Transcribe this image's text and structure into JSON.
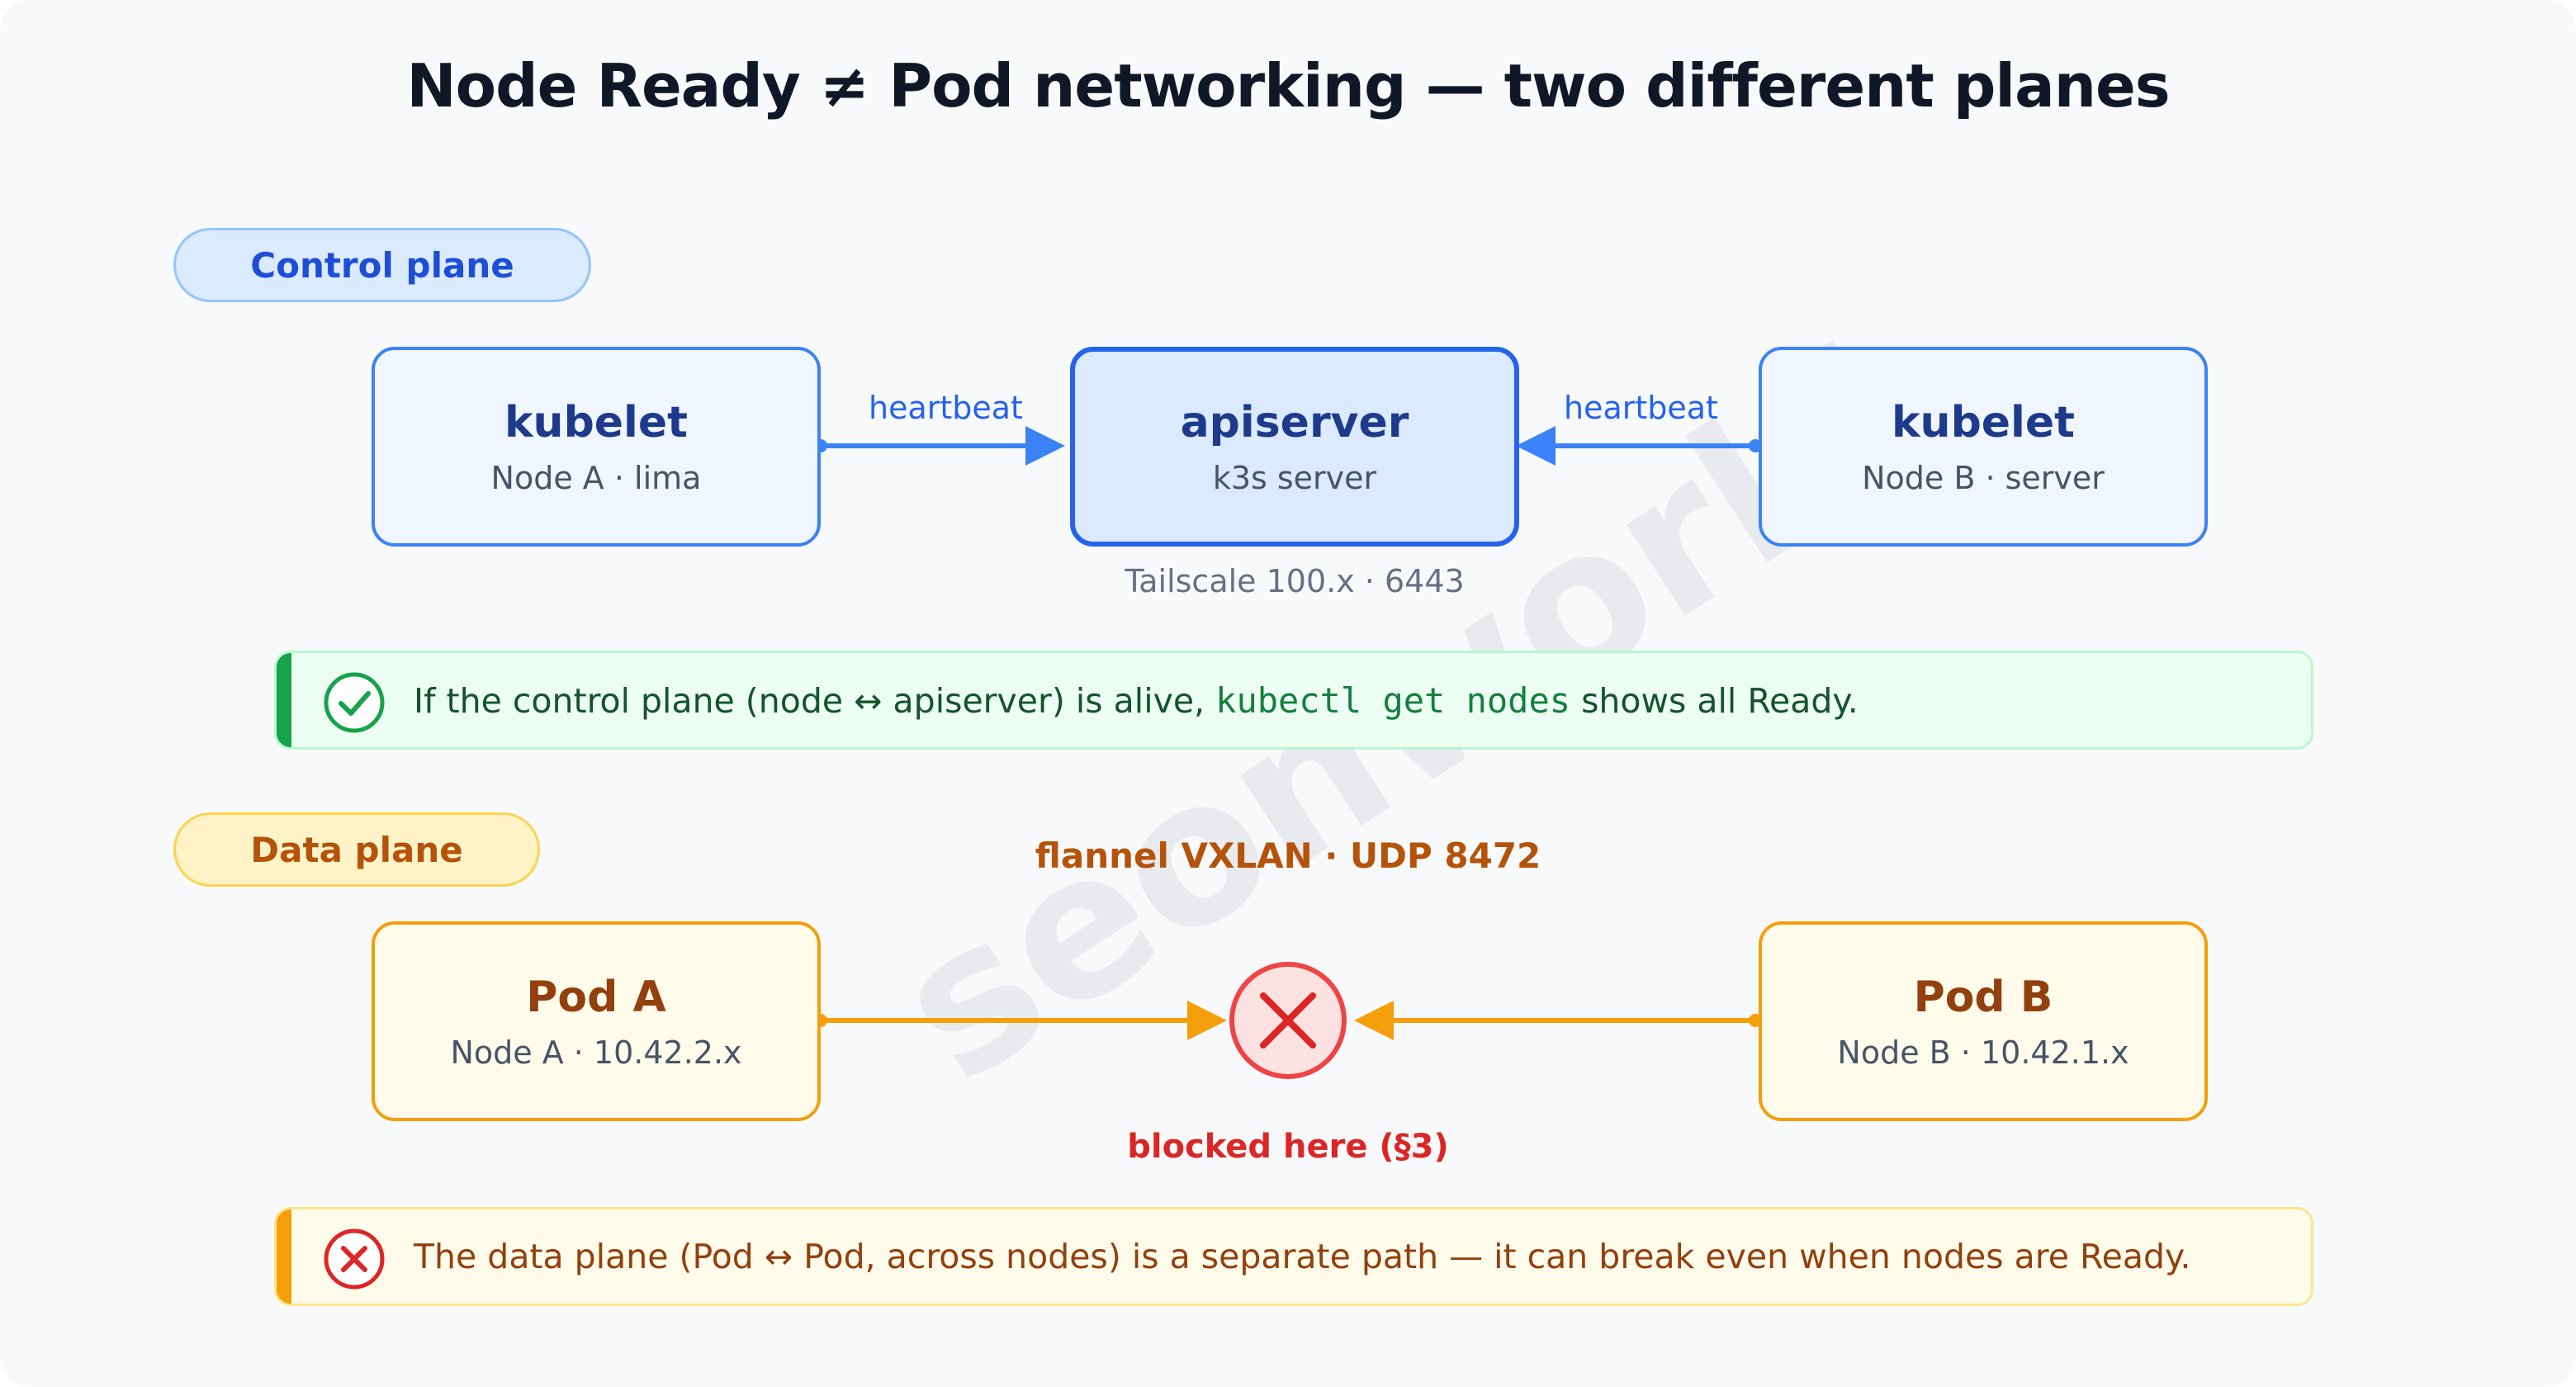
{
  "title": "Node Ready ≠ Pod networking — two different planes",
  "watermark": "seonworld",
  "control_plane": {
    "label": "Control plane",
    "node_a": {
      "name": "kubelet",
      "sub": "Node A · lima"
    },
    "apiserver": {
      "name": "apiserver",
      "sub": "k3s server",
      "caption": "Tailscale 100.x · 6443"
    },
    "node_b": {
      "name": "kubelet",
      "sub": "Node B · server"
    },
    "edge_left_label": "heartbeat",
    "edge_right_label": "heartbeat",
    "note": {
      "prefix": "If the control plane (node ↔ apiserver) is alive, ",
      "code": "kubectl get nodes",
      "suffix": " shows all Ready."
    }
  },
  "data_plane": {
    "label": "Data plane",
    "protocol_label": "flannel VXLAN · UDP 8472",
    "pod_a": {
      "name": "Pod A",
      "sub": "Node A · 10.42.2.x"
    },
    "pod_b": {
      "name": "Pod B",
      "sub": "Node B · 10.42.1.x"
    },
    "blocked_label": "blocked here (§3)",
    "note": {
      "text": "The data plane (Pod ↔ Pod, across nodes) is a separate path — it can break even when nodes are Ready."
    }
  },
  "colors": {
    "control_accent": "#3b82f6",
    "data_accent": "#f59e0b",
    "blocked": "#dc2626",
    "ok": "#16a34a"
  },
  "icons": {
    "ok_note": "check-circle-icon",
    "bad_note": "x-circle-icon",
    "blocked": "blocked-x-icon"
  }
}
